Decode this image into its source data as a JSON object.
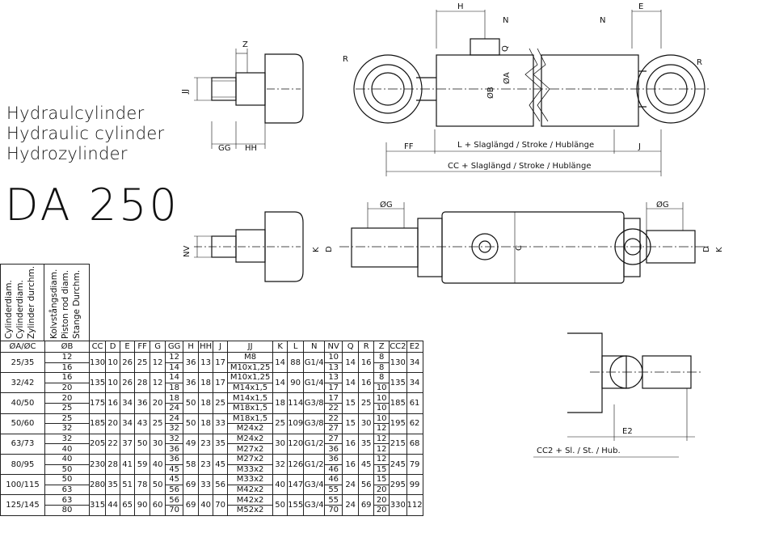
{
  "titles": [
    "Hydraulcylinder",
    "Hydraulic cylinder",
    "Hydrozylinder"
  ],
  "model": "DA 250",
  "headers_rotated": {
    "cyl": [
      "Cylinderdiam.",
      "Cylinderdiam.",
      "Zylinder durchm."
    ],
    "rod": [
      "Kolvstångsdiam.",
      "Piston rod diam.",
      "Stange Durchm."
    ]
  },
  "columns": [
    "ØA/ØC",
    "ØB",
    "CC",
    "D",
    "E",
    "FF",
    "G",
    "GG",
    "H",
    "HH",
    "J",
    "JJ",
    "K",
    "L",
    "N",
    "NV",
    "Q",
    "R",
    "Z",
    "CC2",
    "E2"
  ],
  "rows": [
    {
      "a": "25/35",
      "b": [
        "12",
        "16"
      ],
      "cc": "130",
      "d": "10",
      "e": "26",
      "ff": "25",
      "g": "12",
      "gg": [
        "12",
        "14"
      ],
      "h": "36",
      "hh": "13",
      "j": "17",
      "jj": [
        "M8",
        "M10x1,25"
      ],
      "k": "14",
      "l": "88",
      "n": "G1/4",
      "nv": [
        "10",
        "13"
      ],
      "q": "14",
      "r": "16",
      "z": [
        "8",
        "8"
      ],
      "cc2": "130",
      "e2": "34"
    },
    {
      "a": "32/42",
      "b": [
        "16",
        "20"
      ],
      "cc": "135",
      "d": "10",
      "e": "26",
      "ff": "28",
      "g": "12",
      "gg": [
        "14",
        "18"
      ],
      "h": "36",
      "hh": "18",
      "j": "17",
      "jj": [
        "M10x1,25",
        "M14x1,5"
      ],
      "k": "14",
      "l": "90",
      "n": "G1/4",
      "nv": [
        "13",
        "17"
      ],
      "q": "14",
      "r": "16",
      "z": [
        "8",
        "10"
      ],
      "cc2": "135",
      "e2": "34"
    },
    {
      "a": "40/50",
      "b": [
        "20",
        "25"
      ],
      "cc": "175",
      "d": "16",
      "e": "34",
      "ff": "36",
      "g": "20",
      "gg": [
        "18",
        "24"
      ],
      "h": "50",
      "hh": "18",
      "j": "25",
      "jj": [
        "M14x1,5",
        "M18x1,5"
      ],
      "k": "18",
      "l": "114",
      "n": "G3/8",
      "nv": [
        "17",
        "22"
      ],
      "q": "15",
      "r": "25",
      "z": [
        "10",
        "10"
      ],
      "cc2": "185",
      "e2": "61"
    },
    {
      "a": "50/60",
      "b": [
        "25",
        "32"
      ],
      "cc": "185",
      "d": "20",
      "e": "34",
      "ff": "43",
      "g": "25",
      "gg": [
        "24",
        "32"
      ],
      "h": "50",
      "hh": "18",
      "j": "33",
      "jj": [
        "M18x1,5",
        "M24x2"
      ],
      "k": "25",
      "l": "109",
      "n": "G3/8",
      "nv": [
        "22",
        "27"
      ],
      "q": "15",
      "r": "30",
      "z": [
        "10",
        "12"
      ],
      "cc2": "195",
      "e2": "62"
    },
    {
      "a": "63/73",
      "b": [
        "32",
        "40"
      ],
      "cc": "205",
      "d": "22",
      "e": "37",
      "ff": "50",
      "g": "30",
      "gg": [
        "32",
        "36"
      ],
      "h": "49",
      "hh": "23",
      "j": "35",
      "jj": [
        "M24x2",
        "M27x2"
      ],
      "k": "30",
      "l": "120",
      "n": "G1/2",
      "nv": [
        "27",
        "36"
      ],
      "q": "16",
      "r": "35",
      "z": [
        "12",
        "12"
      ],
      "cc2": "215",
      "e2": "68"
    },
    {
      "a": "80/95",
      "b": [
        "40",
        "50"
      ],
      "cc": "230",
      "d": "28",
      "e": "41",
      "ff": "59",
      "g": "40",
      "gg": [
        "36",
        "45"
      ],
      "h": "58",
      "hh": "23",
      "j": "45",
      "jj": [
        "M27x2",
        "M33x2"
      ],
      "k": "32",
      "l": "126",
      "n": "G1/2",
      "nv": [
        "36",
        "46"
      ],
      "q": "16",
      "r": "45",
      "z": [
        "12",
        "15"
      ],
      "cc2": "245",
      "e2": "79"
    },
    {
      "a": "100/115",
      "b": [
        "50",
        "63"
      ],
      "cc": "280",
      "d": "35",
      "e": "51",
      "ff": "78",
      "g": "50",
      "gg": [
        "45",
        "56"
      ],
      "h": "69",
      "hh": "33",
      "j": "56",
      "jj": [
        "M33x2",
        "M42x2"
      ],
      "k": "40",
      "l": "147",
      "n": "G3/4",
      "nv": [
        "46",
        "55"
      ],
      "q": "24",
      "r": "56",
      "z": [
        "15",
        "20"
      ],
      "cc2": "295",
      "e2": "99"
    },
    {
      "a": "125/145",
      "b": [
        "63",
        "80"
      ],
      "cc": "315",
      "d": "44",
      "e": "65",
      "ff": "90",
      "g": "60",
      "gg": [
        "56",
        "70"
      ],
      "h": "69",
      "hh": "40",
      "j": "70",
      "jj": [
        "M42x2",
        "M52x2"
      ],
      "k": "50",
      "l": "155",
      "n": "G3/4",
      "nv": [
        "55",
        "70"
      ],
      "q": "24",
      "r": "69",
      "z": [
        "20",
        "20"
      ],
      "cc2": "330",
      "e2": "112"
    }
  ],
  "drawing_labels": {
    "z": "Z",
    "jj": "JJ",
    "gg": "GG",
    "hh": "HH",
    "nv": "NV",
    "h": "H",
    "n1": "N",
    "n2": "N",
    "e": "E",
    "q": "Q",
    "r1": "R",
    "r2": "R",
    "oa": "ØA",
    "ob": "ØB",
    "ff": "FF",
    "j": "J",
    "k1": "K",
    "k2": "K",
    "d1": "D",
    "d2": "D",
    "og1": "ØG",
    "og2": "ØG",
    "c": "C",
    "l_stroke": "L + Slaglängd / Stroke / Hublänge",
    "cc_stroke": "CC + Slaglängd / Stroke / Hublänge",
    "e2": "E2",
    "cc2_stroke": "CC2 + Sl. / St. / Hub."
  }
}
